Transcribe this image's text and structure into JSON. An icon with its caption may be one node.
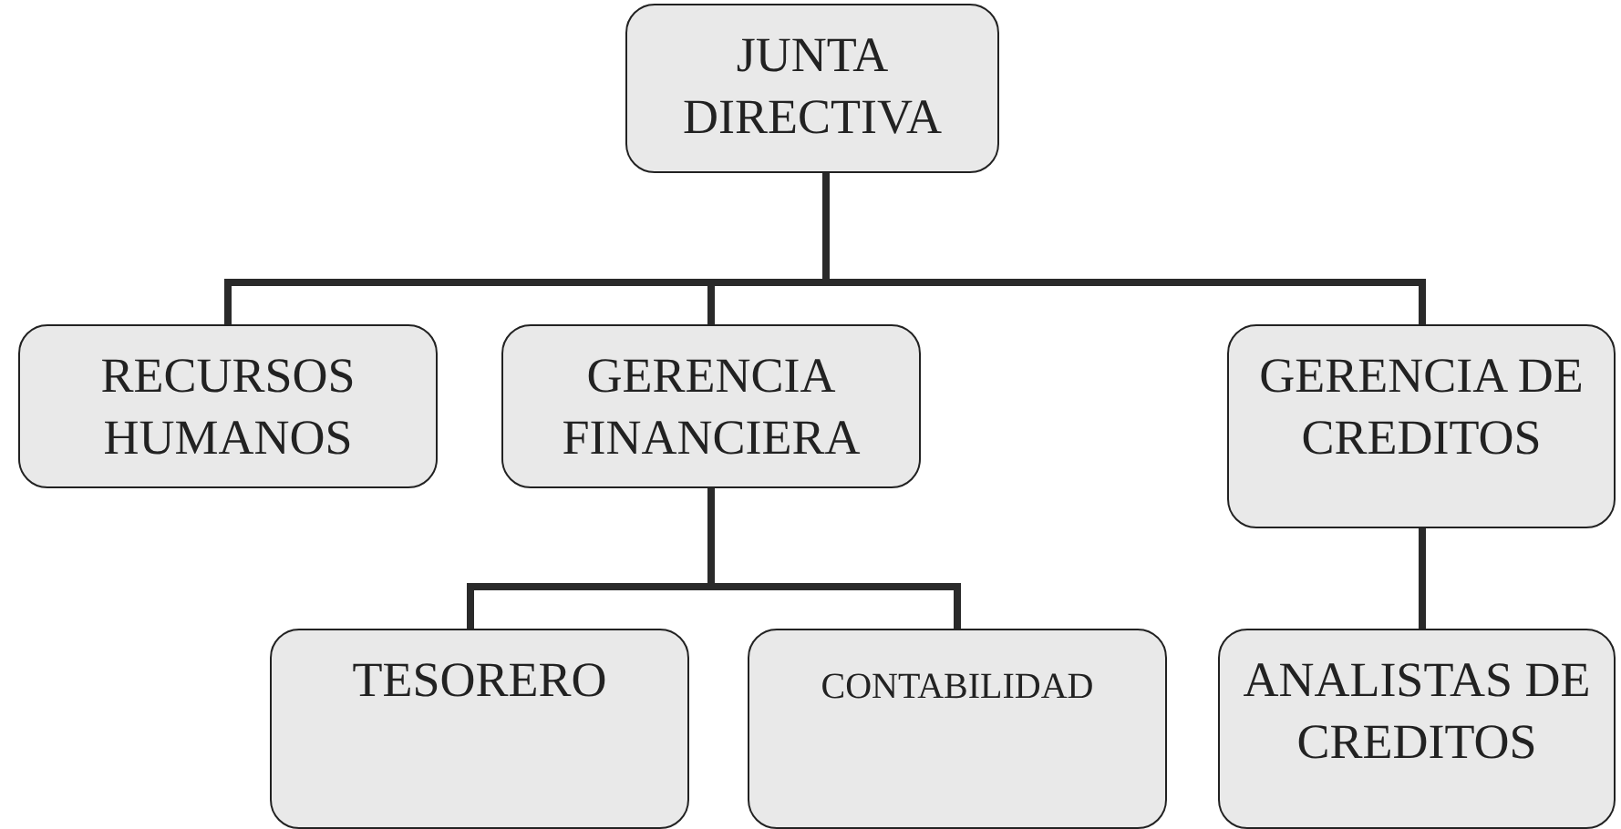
{
  "diagram": {
    "nodes": [
      {
        "text": [
          "JUNTA DIRECTIVA"
        ]
      },
      {
        "text": [
          "RECURSOS HUMANOS"
        ]
      },
      {
        "text": [
          "GERENCIA FINANCIERA"
        ]
      },
      {
        "text": [
          "GERENCIA DE CREDITOS"
        ]
      },
      {
        "text": [
          "TESORERO"
        ]
      },
      {
        "text": [
          "CONTABILIDAD"
        ]
      },
      {
        "text": [
          "ANALISTAS DE CREDITOS"
        ]
      }
    ],
    "edges": [
      {
        "from": 0,
        "to": 1,
        "arrow": "none"
      },
      {
        "from": 0,
        "to": 2,
        "arrow": "none"
      },
      {
        "from": 0,
        "to": 3,
        "arrow": "none"
      },
      {
        "from": 2,
        "to": 4,
        "arrow": "none"
      },
      {
        "from": 2,
        "to": 5,
        "arrow": "none"
      },
      {
        "from": 3,
        "to": 6,
        "arrow": "none"
      }
    ]
  }
}
